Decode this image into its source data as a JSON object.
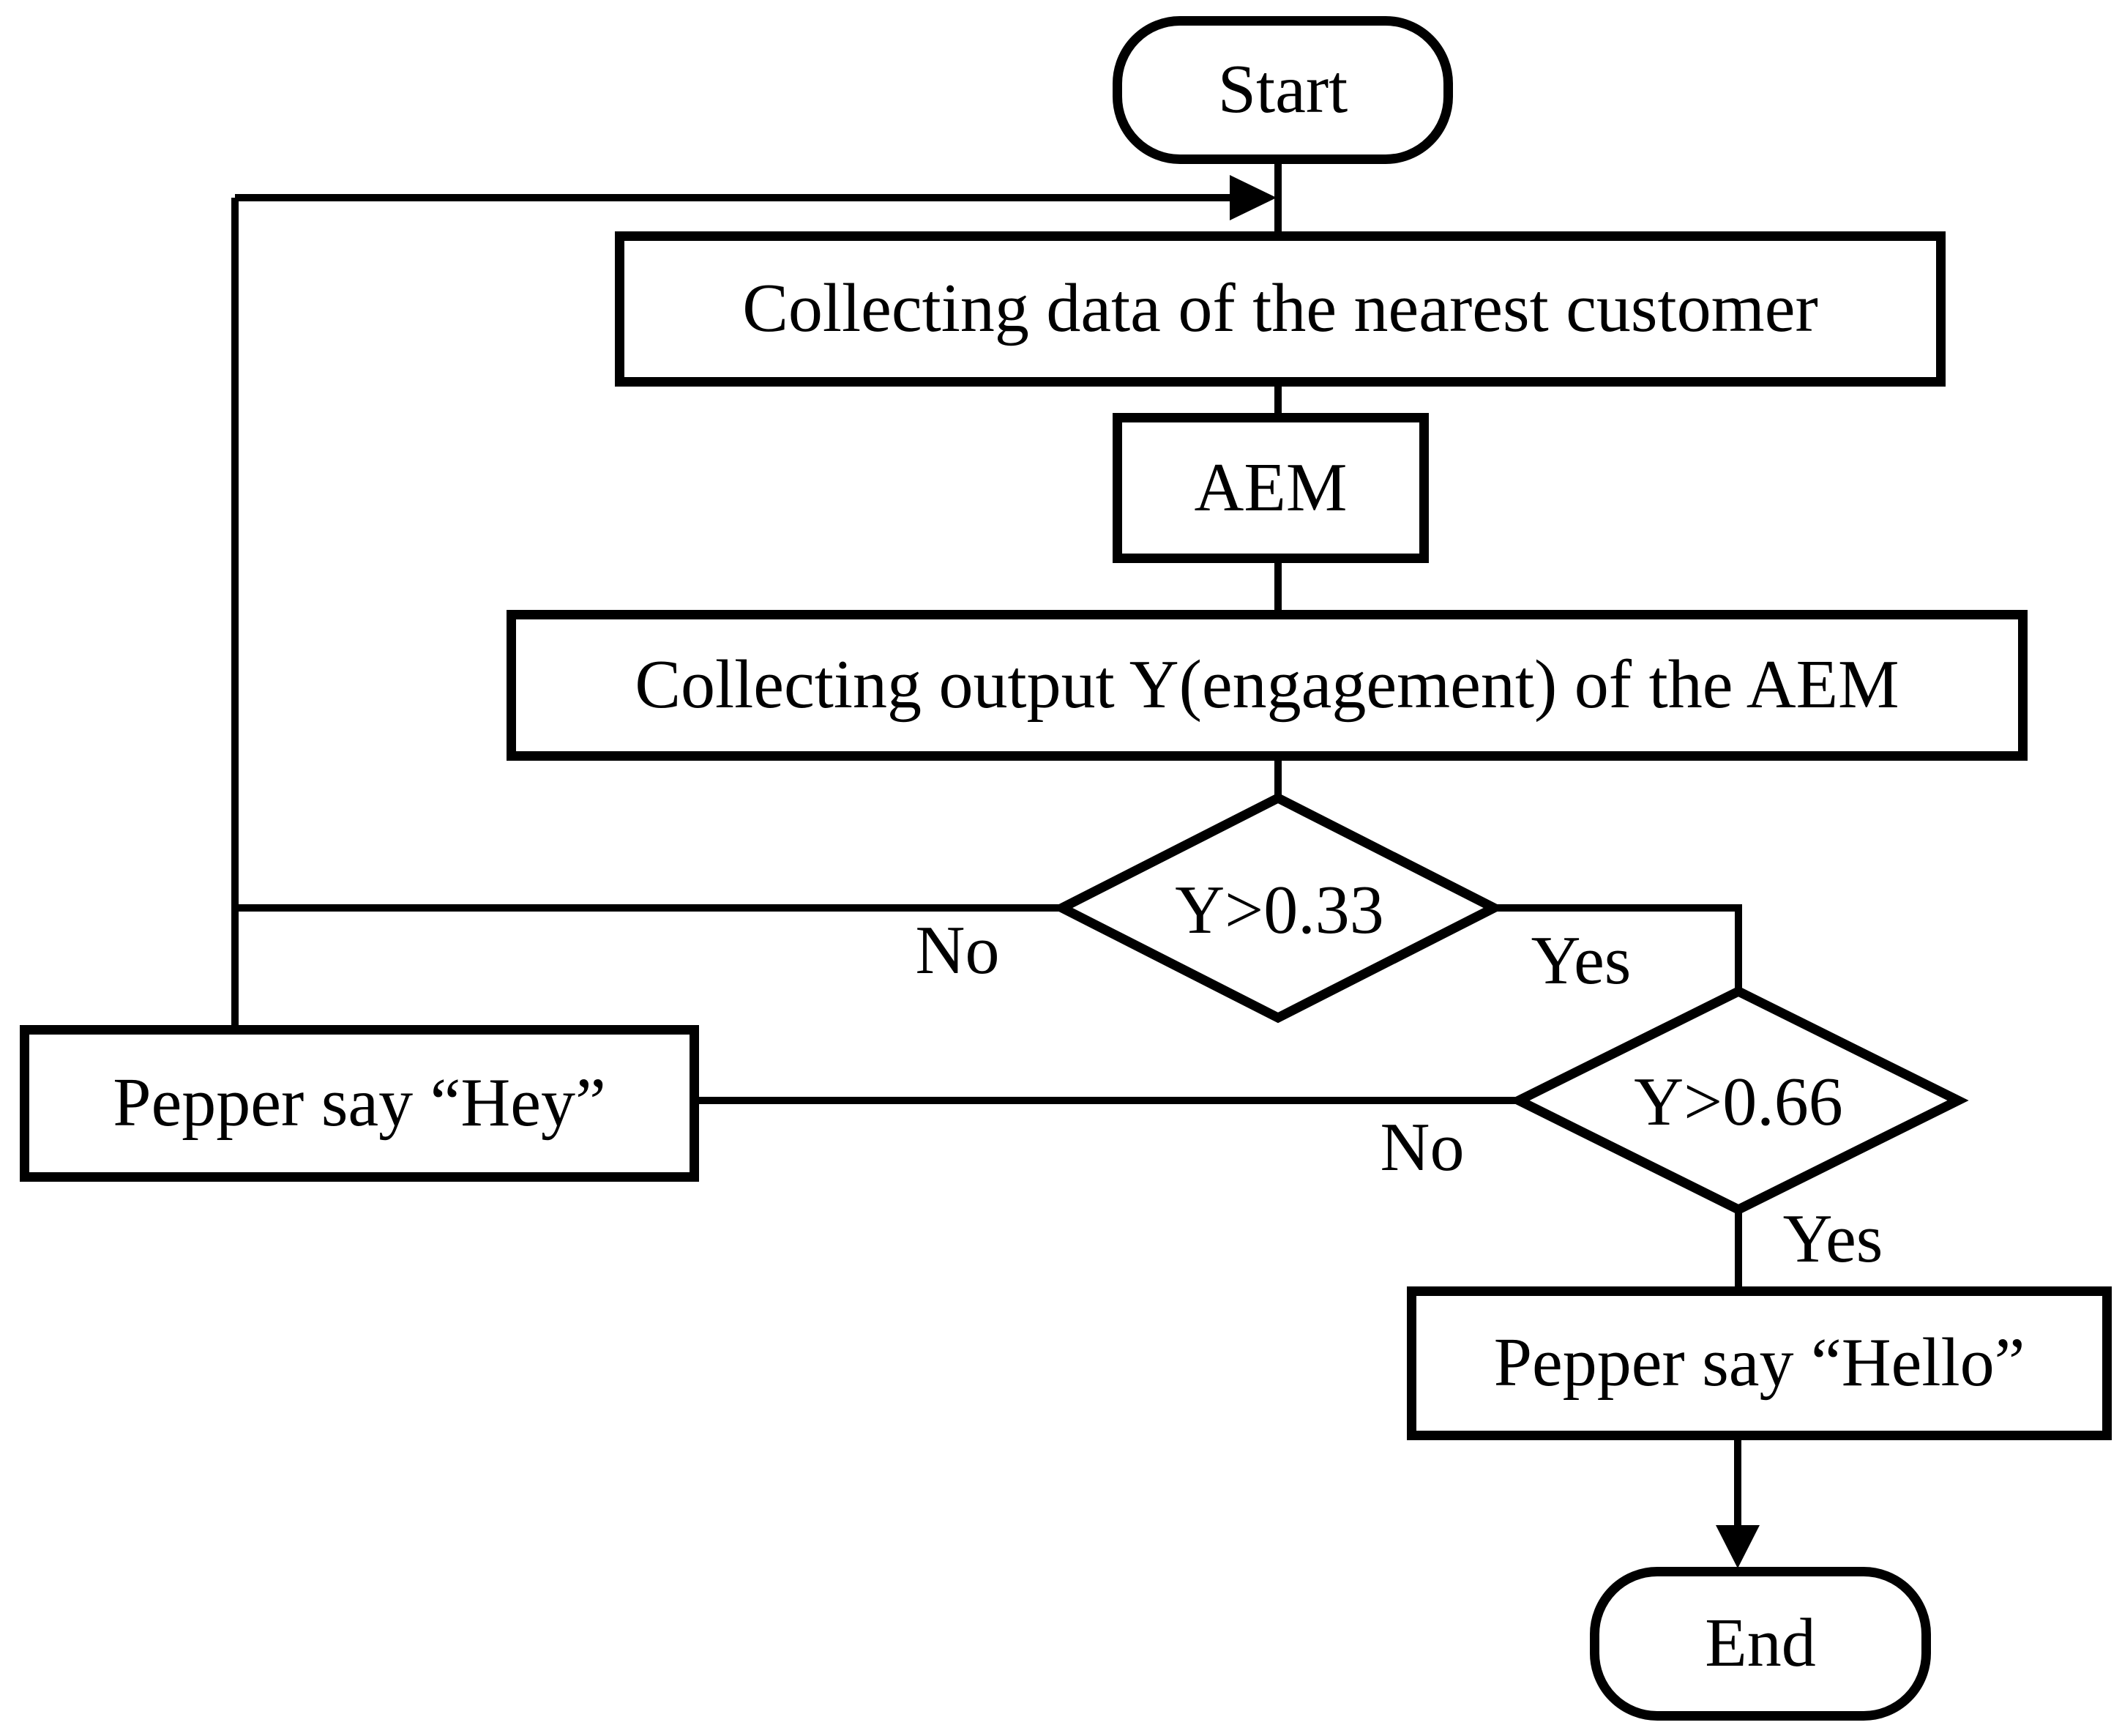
{
  "figure": {
    "type": "flowchart",
    "background_color": "#ffffff",
    "stroke_color": "#000000",
    "text_color": "#000000"
  },
  "nodes": [
    {
      "id": "start",
      "shape": "terminator",
      "label": "Start"
    },
    {
      "id": "collect-data",
      "shape": "process",
      "label": "Collecting data of the nearest customer"
    },
    {
      "id": "aem",
      "shape": "process",
      "label": "AEM"
    },
    {
      "id": "collect-output",
      "shape": "process",
      "label": "Collecting output Y(engagement) of the AEM"
    },
    {
      "id": "decision-y-033",
      "shape": "decision",
      "label": "Y>0.33"
    },
    {
      "id": "decision-y-066",
      "shape": "decision",
      "label": "Y>0.66"
    },
    {
      "id": "pepper-hey",
      "shape": "process",
      "label": "Pepper say “Hey”"
    },
    {
      "id": "pepper-hello",
      "shape": "process",
      "label": "Pepper say “Hello”"
    },
    {
      "id": "end",
      "shape": "terminator",
      "label": "End"
    }
  ],
  "edges": [
    {
      "from": "start",
      "to": "collect-data",
      "label": ""
    },
    {
      "from": "collect-data",
      "to": "aem",
      "label": ""
    },
    {
      "from": "aem",
      "to": "collect-output",
      "label": ""
    },
    {
      "from": "collect-output",
      "to": "decision-y-033",
      "label": ""
    },
    {
      "from": "decision-y-033",
      "to": "collect-data",
      "label": "No"
    },
    {
      "from": "decision-y-033",
      "to": "decision-y-066",
      "label": "Yes"
    },
    {
      "from": "decision-y-066",
      "to": "pepper-hey",
      "label": "No"
    },
    {
      "from": "decision-y-066",
      "to": "pepper-hello",
      "label": "Yes"
    },
    {
      "from": "pepper-hello",
      "to": "end",
      "label": ""
    }
  ]
}
